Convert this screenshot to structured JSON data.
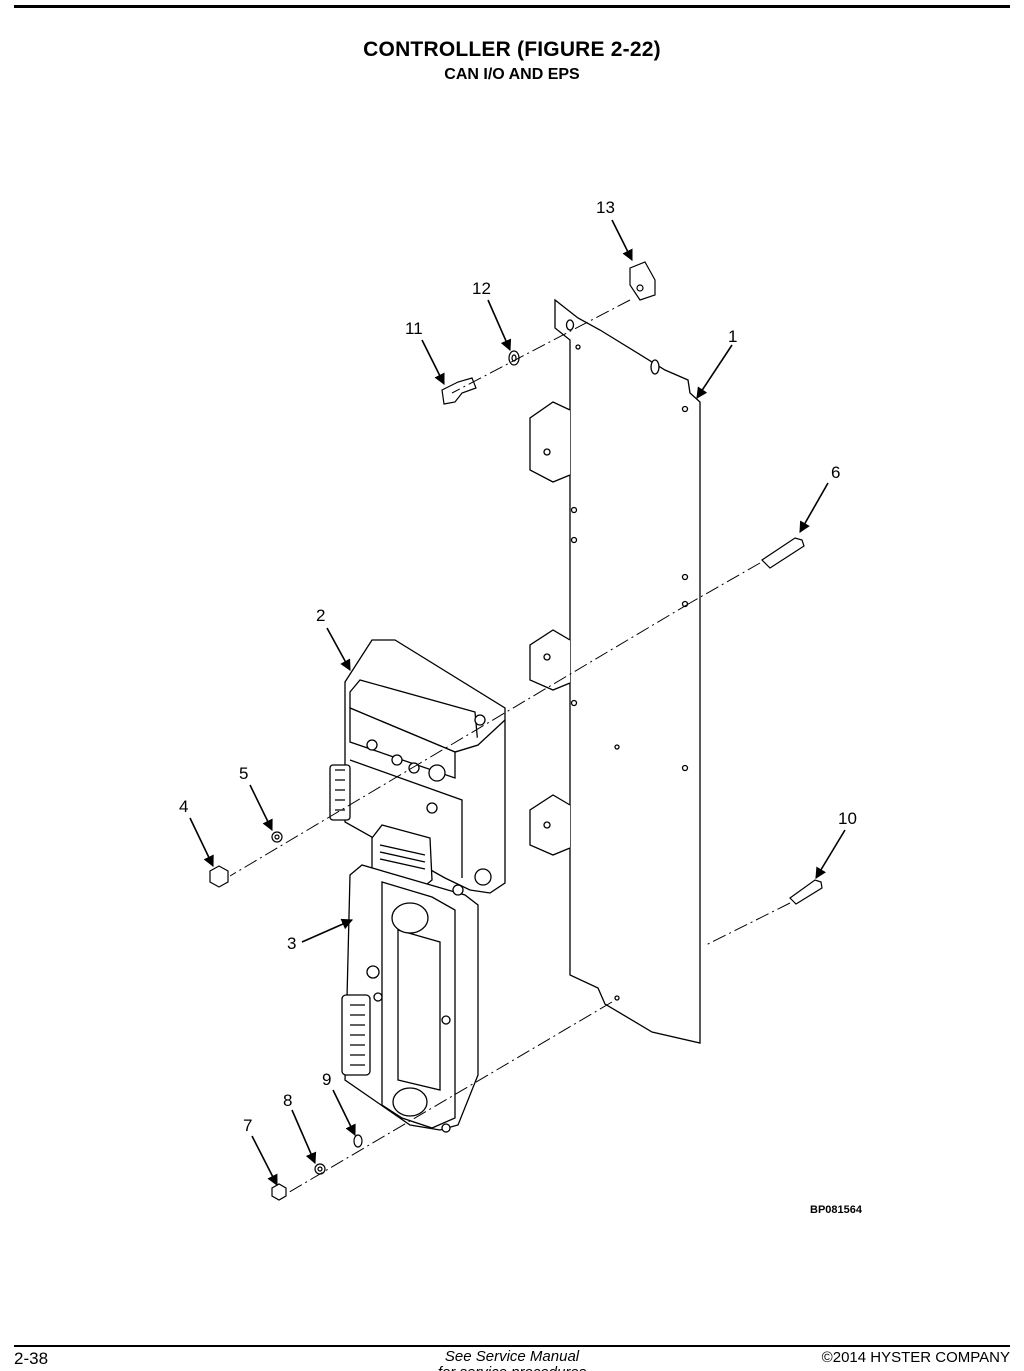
{
  "header": {
    "title": "CONTROLLER (FIGURE 2-22)",
    "subtitle": "CAN I/O AND EPS"
  },
  "figure": {
    "id": "BP081564",
    "callouts": {
      "c1": "1",
      "c2": "2",
      "c3": "3",
      "c4": "4",
      "c5": "5",
      "c6": "6",
      "c7": "7",
      "c8": "8",
      "c9": "9",
      "c10": "10",
      "c11": "11",
      "c12": "12",
      "c13": "13"
    }
  },
  "footer": {
    "page_number": "2-38",
    "note": "See Service Manual",
    "note_cut": "for service procedures",
    "copyright": "©2014 HYSTER COMPANY"
  }
}
